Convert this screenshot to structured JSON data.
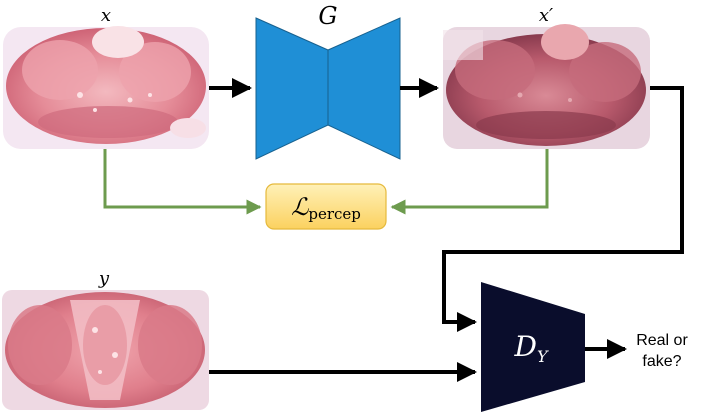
{
  "labels": {
    "input_x": "x",
    "output_x_prime": "x′",
    "generator": "G",
    "input_y": "y",
    "loss_symbol": "ℒ",
    "loss_subscript": "percep",
    "discriminator_main": "D",
    "discriminator_sub": "Y",
    "output_line1": "Real or",
    "output_line2": "fake?"
  },
  "colors": {
    "generator_fill": "#1f8fd6",
    "generator_stroke": "#17618f",
    "discriminator_fill": "#0a0d2c",
    "loss_fill": "#fde08a",
    "loss_stroke": "#e5b93c",
    "green_arrow": "#6d9b4e",
    "black_arrow": "#000000",
    "tissue_base": "#e79aa2",
    "tissue_dark": "#a84a5a",
    "tissue_light": "#f6cdd2"
  }
}
